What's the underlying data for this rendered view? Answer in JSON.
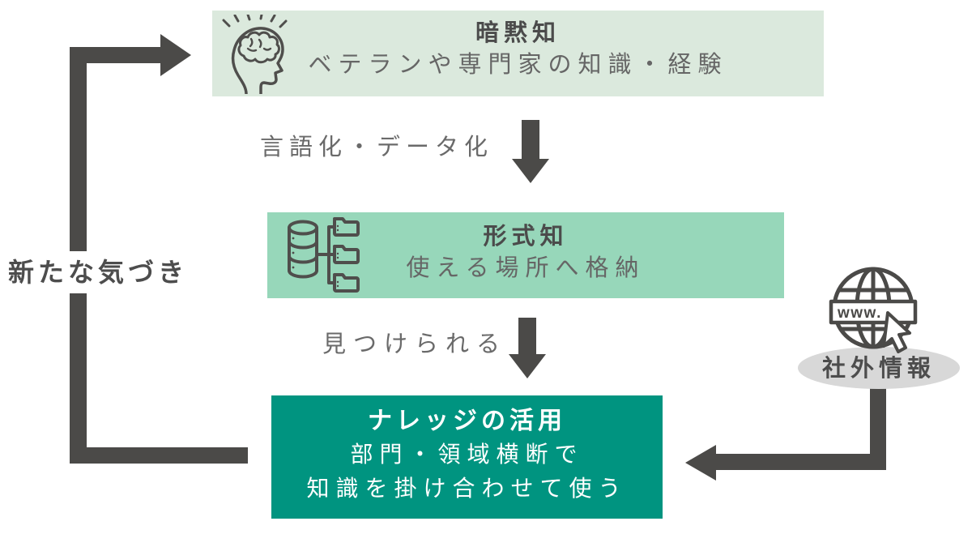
{
  "boxes": {
    "tacit": {
      "title": "暗黙知",
      "subtitle": "ベテランや専門家の知識・経験",
      "bg": "#dbe9dd",
      "icon": "brain-head-icon"
    },
    "explicit": {
      "title": "形式知",
      "subtitle": "使える場所へ格納",
      "bg": "#97d7ba",
      "icon": "database-folders-icon"
    },
    "usage": {
      "title": "ナレッジの活用",
      "line1": "部門・領域横断で",
      "line2": "知識を掛け合わせて使う",
      "bg": "#009480"
    }
  },
  "labels": {
    "verbalization": "言語化・データ化",
    "findable": "見つけられる",
    "new_insight": "新たな気づき",
    "external_info": "社外情報",
    "globe_text": "www."
  },
  "colors": {
    "arrow": "#4b4a48",
    "label_gray": "#6a6a6a",
    "dark_text": "#4d4d4d",
    "ellipse_bg": "#d8d8d8",
    "usage_text": "#ffffff"
  }
}
